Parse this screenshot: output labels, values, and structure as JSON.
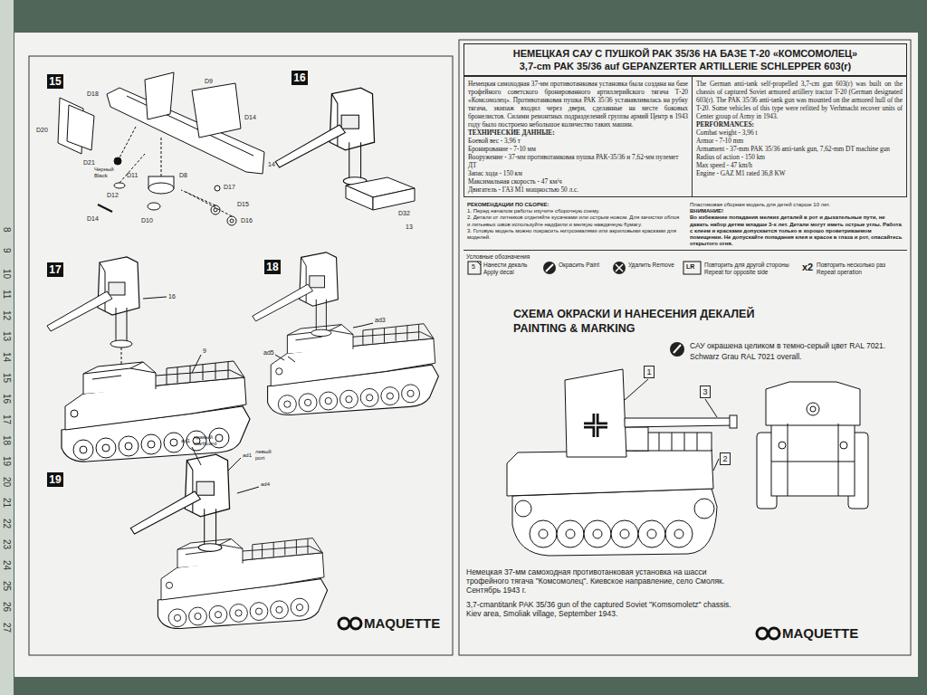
{
  "diagram": {
    "nodes": [
      {
        "text": [
          "НЕМЕЦКАЯ САУ С ПУШКОЙ PAK 35/36 НА БАЗЕ Т-20 «КОМСОМОЛЕЦ»",
          "3,7-cm PAK 35/36 auf GEPANZERTER ARTILLERIE SCHLEPPER 603(r)"
        ]
      },
      {
        "text": [
          "Немецкая самоходная 37-мм противотанковая установка была создана на базе трофейного советского бронированного артиллерийского тягача Т-20 «Комсомолец». Противотанковая пушка РАК 35/36 устанавливалась на рубку тягача, экипаж входил через двери, сделанные на месте боковых бронелистов. Силами ремонтных подразделений группы армий Центр в 1943 году было построено небольшое количество таких машин.",
          "ТЕХНИЧЕСКИЕ ДАННЫЕ:",
          "Боевой вес - 3,96 т",
          "Бронирование - 7-10 мм",
          "Вооружение - 37-мм противотанковая пушка РАК-35/36 и 7,62-мм пулемет ДТ",
          "Запас хода - 150 км",
          "Максимальная скорость - 47 км/ч",
          "Двигатель - ГАЗ М1 мощностью 50 л.с."
        ]
      },
      {
        "text": [
          "The German anti-tank self-propelled 3,7-cm gun 603(r) was built on the chassis of captured Soviet armored artillery tractor T-20 (German designated 603(r). The PAK 35/36 anti-tank gun was mounted on the armored hull of the T-20. Some vehicles of this type were refitted by Verhmacht recover units of Center group of Army in 1943.",
          "PERFORMANCES:",
          "Combat weight - 3,96 t",
          "Armor - 7-10 mm",
          "Armament - 37-mm PAK 35/36 anti-tank gun, 7,62-mm DT machine gun",
          "Radius of action - 150 km",
          "Max speed - 47 km/h",
          "Engine - GAZ M1 rated 36,8 KW"
        ]
      },
      {
        "text": [
          "РЕКОМЕНДАЦИИ ПО СБОРКЕ:",
          "1. Перед началом работы изучите сборочную схему.",
          "2. Детали от литников отделяйте кусачками или острым ножом. Для зачистки облоя и литьевых швов используйте надфили и мелкую наждачную бумагу.",
          "3. Готовую модель можно покрасить нитроэмалями или акриловыми красками для моделей.",
          "Пластиковая сборная модель для детей старше 10 лет.",
          "ВНИМАНИЕ!",
          "Во избежание попадания мелких деталей в рот и дыхательные пути, не давать набор детям младше 3-х лет. Детали могут иметь острые углы. Работа с клеем и красками допускается только в хорошо проветриваемом помещении. Не допускайте попадания клея и красок в глаза и рот, опасайтесь открытого огня."
        ]
      },
      {
        "text": [
          "15"
        ]
      },
      {
        "text": [
          "16"
        ]
      },
      {
        "text": [
          "17"
        ]
      },
      {
        "text": [
          "18"
        ]
      },
      {
        "text": [
          "19"
        ]
      },
      {
        "text": [
          "1"
        ]
      },
      {
        "text": [
          "3"
        ]
      },
      {
        "text": [
          "2"
        ]
      }
    ],
    "labels": [
      "D20",
      "D21",
      "D18",
      "D9",
      "D14",
      "Черный",
      "Black",
      "D11",
      "D12",
      "D8",
      "D17",
      "D15",
      "D14",
      "D10",
      "D16",
      "14",
      "D32",
      "13",
      "16",
      "9",
      "ad3",
      "ad5",
      "ad1",
      "правый",
      "starboard",
      "ad1",
      "левый",
      "port",
      "ad4",
      "MAQUETTE",
      "Условные обозначения",
      "x2",
      "СХЕМА ОКРАСКИ И НАНЕСЕНИЯ ДЕКАЛЕЙ",
      "PAINTING & MARKING",
      "САУ окрашена целиком в темно-серый цвет RAL 7021.",
      "Schwarz Grau RAL 7021 overall.",
      "Немецкая 37-мм самоходная противотанковая установка на шасси трофейного тягача \"Комсомолец\". Киевское направление, село Смоляк. Сентябрь 1943 г.",
      "3,7-cmantitank PAK 35/36 gun of the captured Soviet \"Komsomoletz\" chassis. Kiev area, Smoliak village, September 1943.",
      "MAQUETTE",
      "5",
      "LR",
      "8",
      "9",
      "10",
      "11",
      "12",
      "13",
      "14",
      "15",
      "16",
      "17",
      "18",
      "19",
      "20",
      "21",
      "22",
      "23",
      "24",
      "25",
      "26",
      "27"
    ],
    "legend": [
      {
        "text": "Нанести декаль Apply decal"
      },
      {
        "text": "Окрасить Paint"
      },
      {
        "text": "Удалить Remove"
      },
      {
        "text": "Повторить для другой стороны Repeat for opposite side"
      },
      {
        "text": "Повторить несколько раз Repeat operation"
      }
    ]
  }
}
